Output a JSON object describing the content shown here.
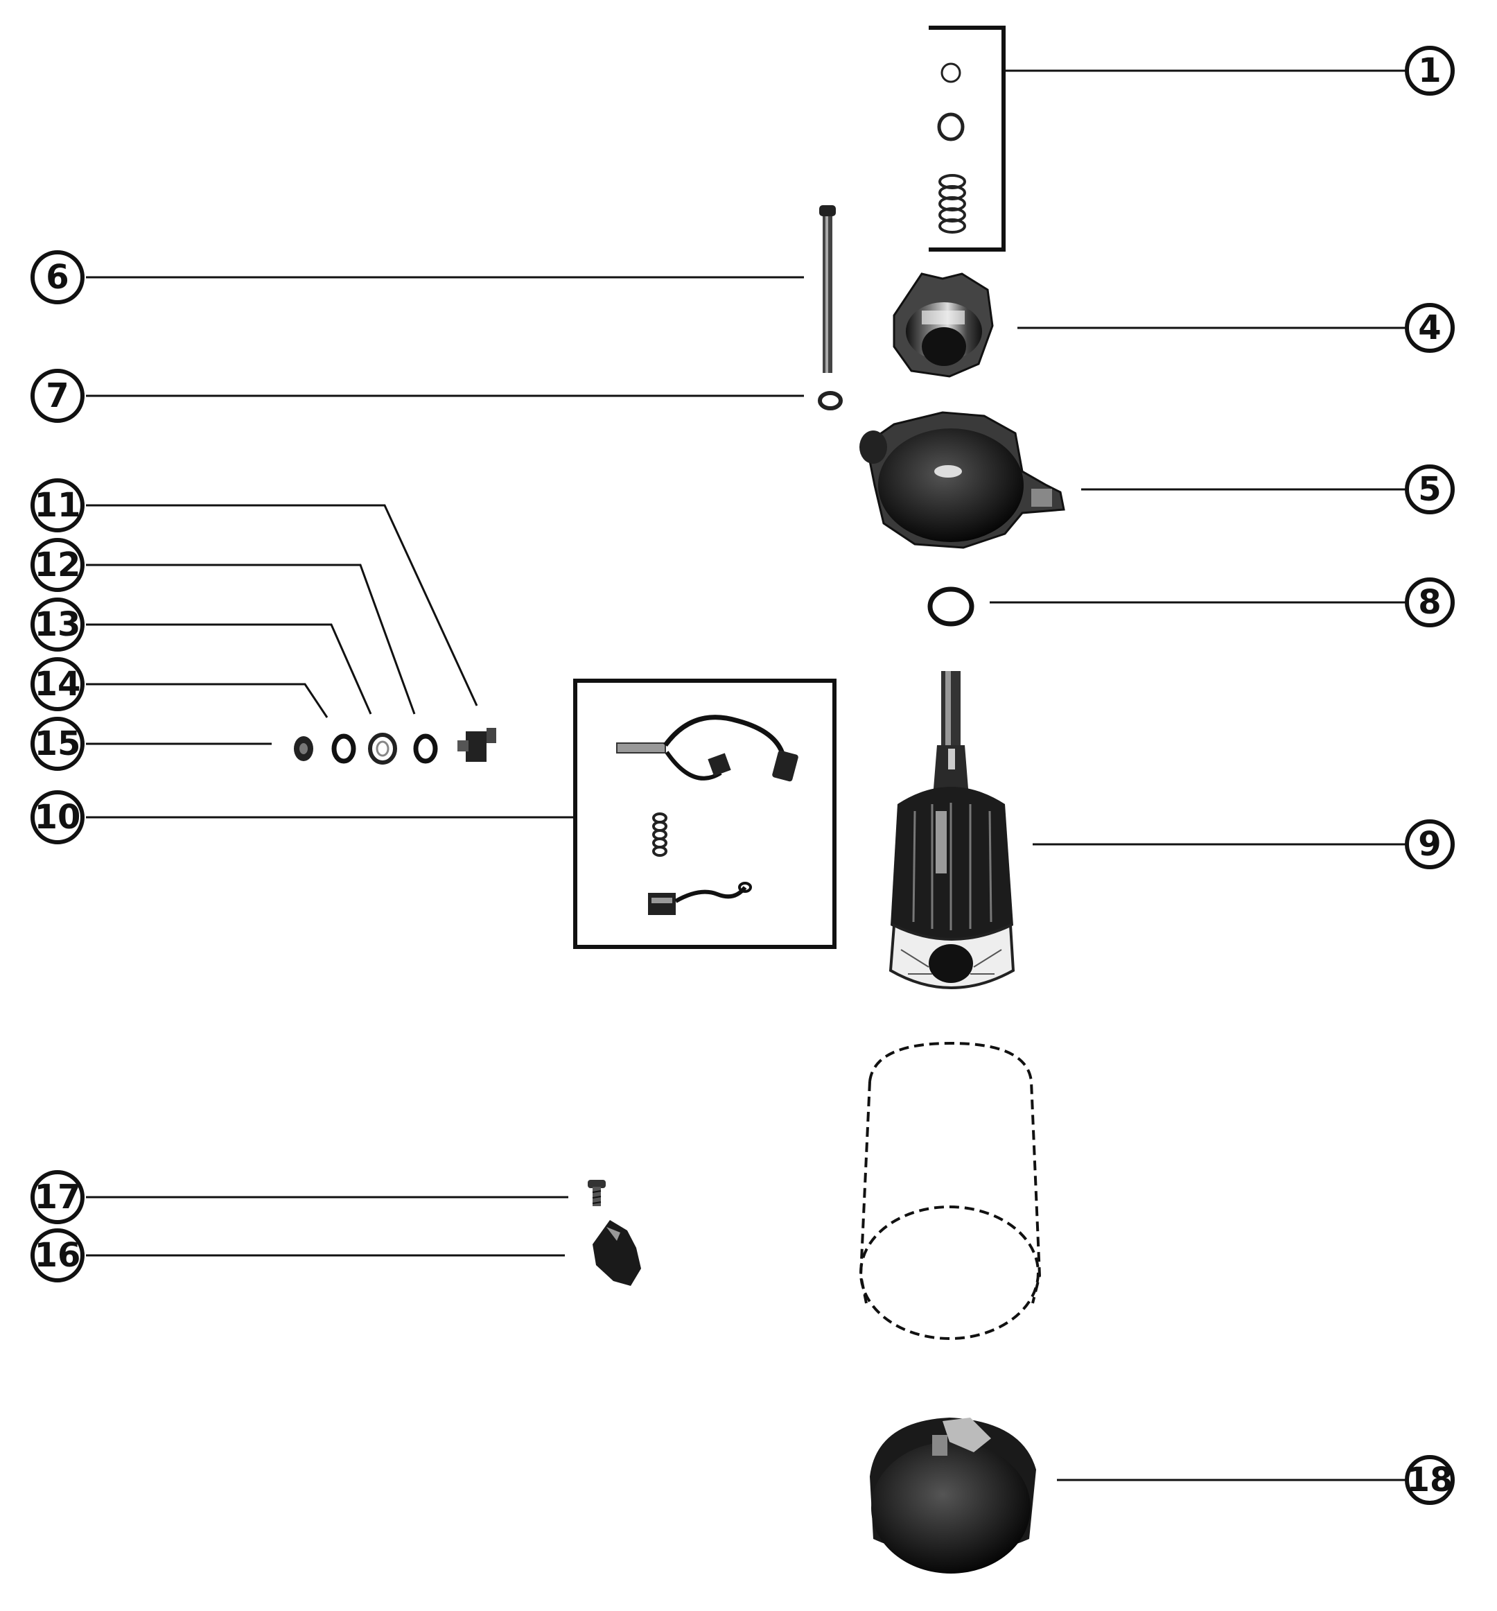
{
  "diagram": {
    "callouts": [
      {
        "id": "c1",
        "label": "1"
      },
      {
        "id": "c4",
        "label": "4"
      },
      {
        "id": "c5",
        "label": "5"
      },
      {
        "id": "c6",
        "label": "6"
      },
      {
        "id": "c7",
        "label": "7"
      },
      {
        "id": "c8",
        "label": "8"
      },
      {
        "id": "c9",
        "label": "9"
      },
      {
        "id": "c10",
        "label": "10"
      },
      {
        "id": "c11",
        "label": "11"
      },
      {
        "id": "c12",
        "label": "12"
      },
      {
        "id": "c13",
        "label": "13"
      },
      {
        "id": "c14",
        "label": "14"
      },
      {
        "id": "c15",
        "label": "15"
      },
      {
        "id": "c16",
        "label": "16"
      },
      {
        "id": "c17",
        "label": "17"
      },
      {
        "id": "c18",
        "label": "18"
      }
    ],
    "colors": {
      "ink": "#111111",
      "part_dark": "#1a1a1a",
      "part_mid": "#555555",
      "part_light": "#bbbbbb",
      "background": "#ffffff"
    }
  }
}
